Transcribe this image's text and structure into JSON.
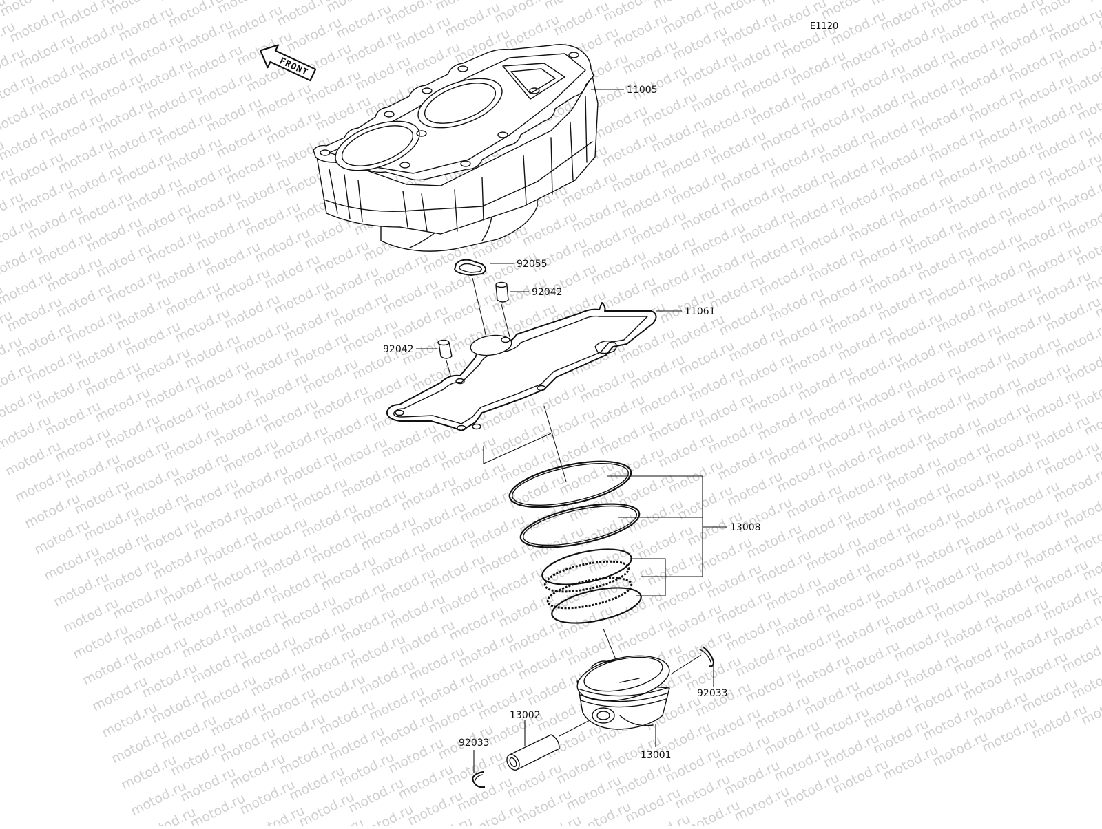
{
  "diagram_code": "E1120",
  "front_label": "FRONT",
  "watermark_text": "motod.ru",
  "colors": {
    "line": "#111111",
    "watermark": "#cfcfcf",
    "background": "#ffffff"
  },
  "parts": {
    "cylinder": "11005",
    "o_ring": "92055",
    "dowel_pin_upper": "92042",
    "dowel_pin_left": "92042",
    "base_gasket": "11061",
    "piston_ring_set": "13008",
    "circlip_right": "92033",
    "piston_pin": "13002",
    "piston": "13001",
    "circlip_left": "92033"
  }
}
